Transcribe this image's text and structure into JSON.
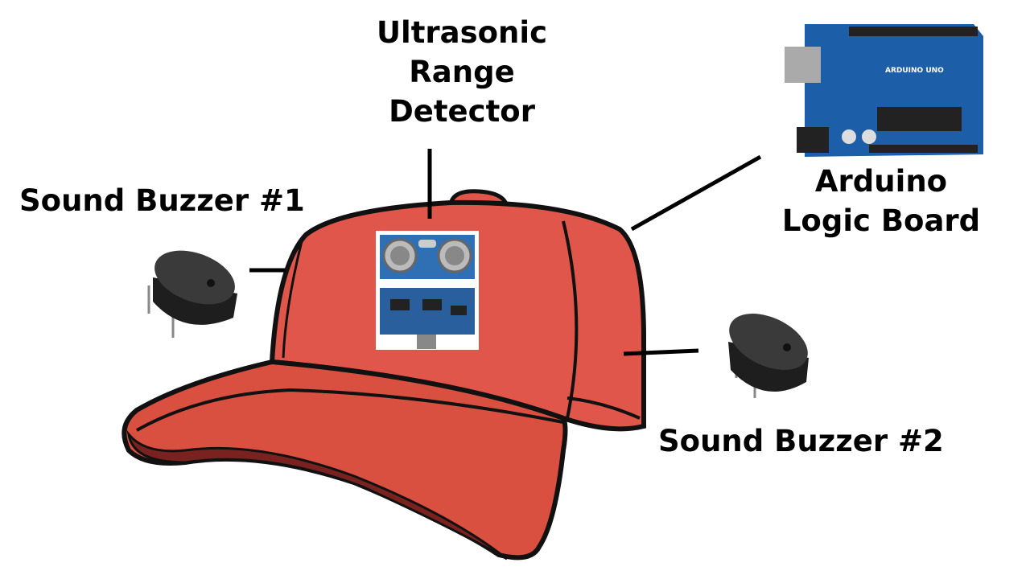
{
  "labels": {
    "ultrasonic": [
      "Ultrasonic",
      "Range",
      "Detector"
    ],
    "buzzer1": "Sound Buzzer #1",
    "arduino": [
      "Arduino",
      "Logic Board"
    ],
    "buzzer2": "Sound Buzzer #2"
  },
  "board_logo": {
    "brand": "ARDUINO",
    "model": "UNO"
  },
  "colors": {
    "hat": "#e0564a",
    "hat_shadow": "#7a2220",
    "board": "#1c5fa8",
    "buzzer": "#2a2a2a"
  }
}
